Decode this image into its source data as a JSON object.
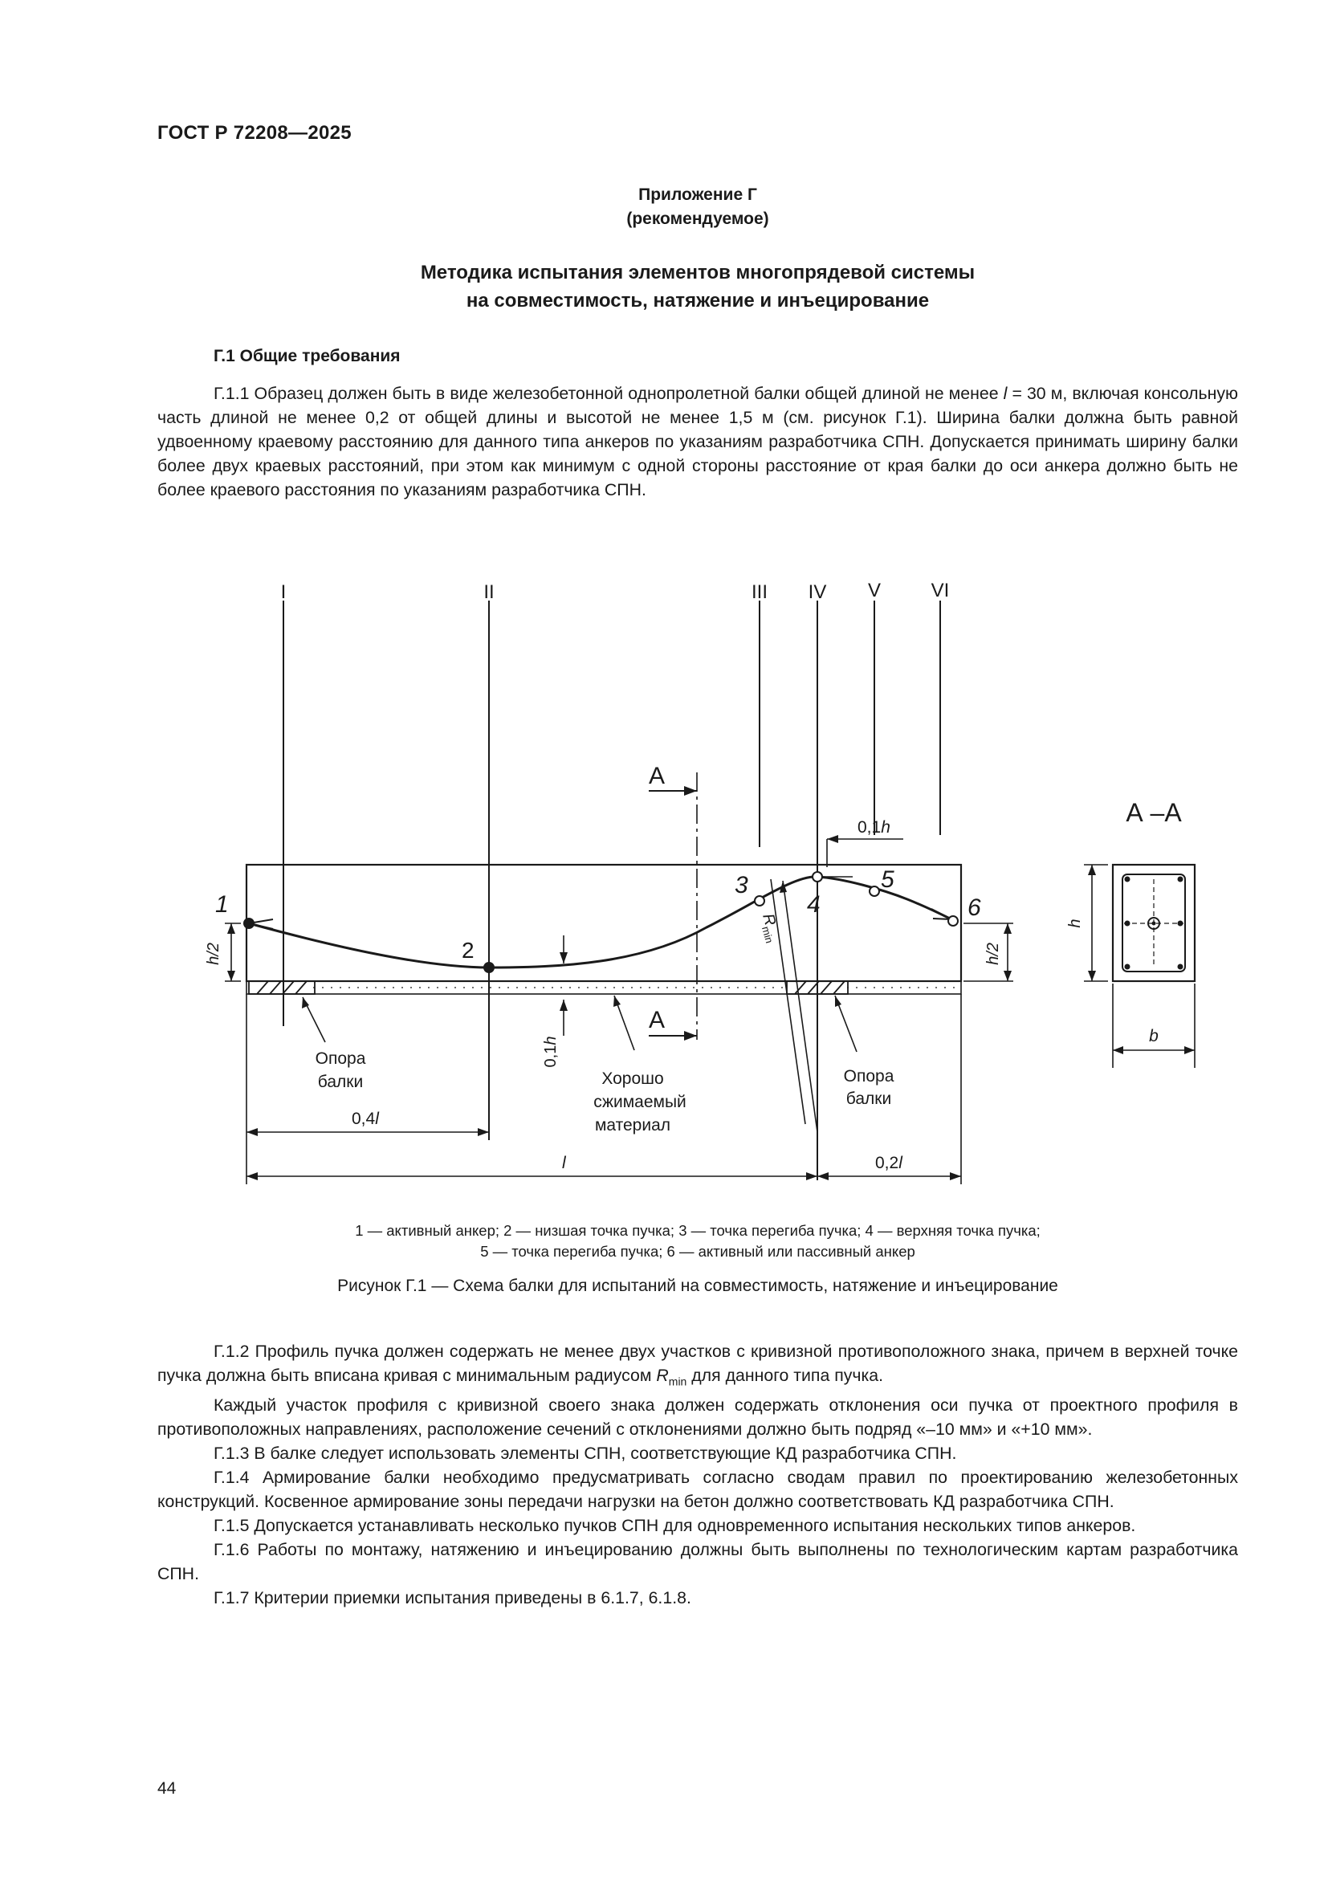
{
  "header": {
    "standard": "ГОСТ Р 72208—2025"
  },
  "annex": {
    "line1": "Приложение Г",
    "line2": "(рекомендуемое)"
  },
  "title": {
    "line1": "Методика испытания элементов многопрядевой системы",
    "line2": "на совместимость, натяжение и инъецирование"
  },
  "section": {
    "heading": "Г.1  Общие требования"
  },
  "p1": {
    "text": "Г.1.1  Образец должен быть в виде железобетонной однопролетной балки общей длиной не менее ",
    "var": "l",
    "text2": " = 30 м, включая консольную часть длиной не менее 0,2 от общей длины и высотой не менее 1,5 м (см. рисунок Г.1). Ширина балки должна быть равной удвоенному краевому расстоянию для данного типа анкеров по указаниям разработчика СПН. Допускается принимать ширину балки более двух краевых расстояний, при этом как минимум с одной стороны расстояние от края балки до оси анкера должно быть не более краевого расстояния по указаниям разработчика СПН."
  },
  "figure": {
    "sections": [
      "I",
      "II",
      "III",
      "IV",
      "V",
      "VI"
    ],
    "points": [
      "1",
      "2",
      "3",
      "4",
      "5",
      "6"
    ],
    "cut_label": "А",
    "section_view_title": "А –А",
    "labels": {
      "support_left_1": "Опора",
      "support_left_2": "балки",
      "support_right_1": "Опора",
      "support_right_2": "балки",
      "material_1": "Хорошо",
      "material_2": "сжимаемый",
      "material_3": "материал",
      "dim_04l": "0,4",
      "dim_l": "l",
      "dim_02l": "0,2",
      "dim_01h_top": "0,1",
      "dim_01h_side": "0,1",
      "h_half": "h/2",
      "h": "h",
      "b": "b",
      "rmin": "R",
      "rmin_sub": "min",
      "var_l": "l",
      "var_h": "h"
    },
    "legend_line1": "1 — активный анкер; 2 — низшая точка пучка; 3 — точка перегиба пучка; 4 — верхняя точка пучка;",
    "legend_line2": "5 — точка перегиба пучка; 6 — активный или пассивный анкер",
    "caption": "Рисунок Г.1 — Схема балки для испытаний на совместимость, натяжение и инъецирование"
  },
  "p2": {
    "text": "Г.1.2  Профиль пучка должен содержать не менее двух участков с кривизной противоположного знака, причем в верхней точке пучка должна быть вписана кривая с минимальным радиусом ",
    "var": "R",
    "sub": "min",
    "text2": " для данного типа пучка."
  },
  "p3": "Каждый участок профиля с кривизной своего знака должен содержать отклонения оси пучка от проектного профиля в противоположных направлениях, расположение сечений с отклонениями должно быть подряд «–10 мм» и «+10 мм».",
  "p4": "Г.1.3  В балке следует использовать элементы СПН, соответствующие КД разработчика СПН.",
  "p5": "Г.1.4  Армирование балки необходимо предусматривать согласно сводам правил по проектированию железобетонных конструкций. Косвенное армирование зоны передачи нагрузки на бетон должно соответствовать КД разработчика СПН.",
  "p6": "Г.1.5  Допускается устанавливать несколько пучков СПН для одновременного испытания нескольких типов анкеров.",
  "p7": "Г.1.6  Работы по монтажу, натяжению и инъецированию должны быть выполнены по технологическим картам разработчика СПН.",
  "p8": "Г.1.7  Критерии приемки испытания приведены в 6.1.7, 6.1.8.",
  "page_number": "44"
}
